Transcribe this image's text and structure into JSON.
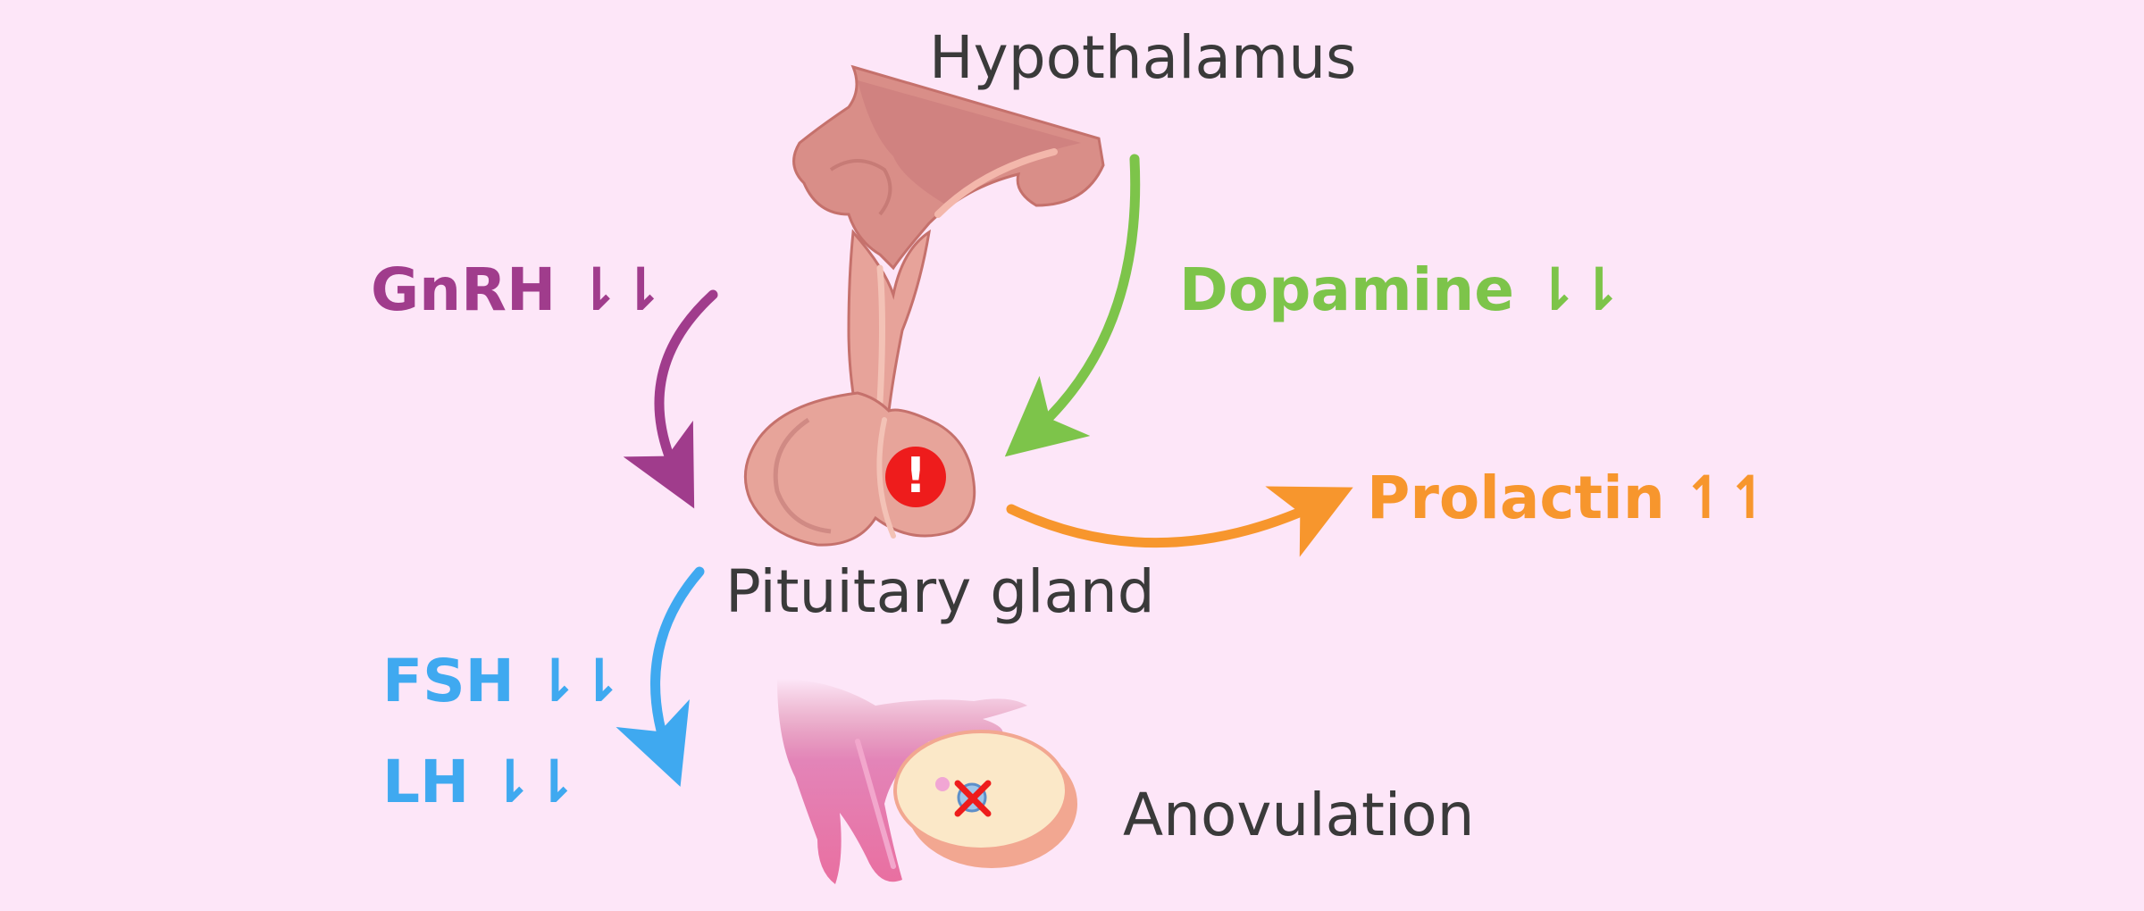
{
  "labels": {
    "hypothalamus": "Hypothalamus",
    "pituitary": "Pituitary gland",
    "anovulation": "Anovulation"
  },
  "hormones": {
    "gnrh": {
      "name": "GnRH",
      "trend": "⇂⇂"
    },
    "dopamine": {
      "name": "Dopamine",
      "trend": "⇂⇂"
    },
    "prolactin": {
      "name": "Prolactin",
      "trend": "↿↿"
    },
    "fsh": {
      "name": "FSH",
      "trend": "⇂⇂"
    },
    "lh": {
      "name": "LH",
      "trend": "⇂⇂"
    }
  },
  "alert": {
    "symbol": "!",
    "icon": "exclamation-icon"
  },
  "colors": {
    "background": "#fde6f8",
    "gnrh": "#a03c8c",
    "dopamine": "#7dc44a",
    "prolactin": "#f7962d",
    "fsh_lh": "#3fa9f0",
    "alert": "#ee1c1c",
    "text": "#3a3a3a"
  }
}
